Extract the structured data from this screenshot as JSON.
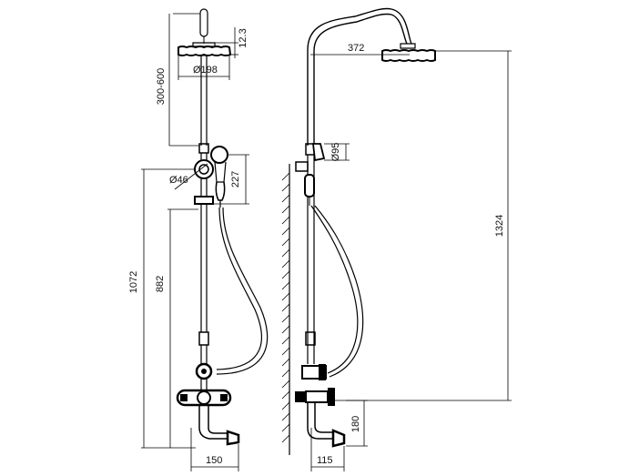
{
  "front_view": {
    "dims": {
      "head_thickness": "12.3",
      "head_diameter": "Ø198",
      "height_adjust": "300-600",
      "handshower_holder_diameter": "Ø46",
      "holder_offset": "227",
      "total_height": "1072",
      "riser_height": "882",
      "spout_width": "150"
    }
  },
  "side_view": {
    "dims": {
      "arm_reach": "372",
      "handshower_diameter": "Ø95",
      "head_height": "1324",
      "spout_height": "180",
      "spout_projection": "115"
    }
  }
}
